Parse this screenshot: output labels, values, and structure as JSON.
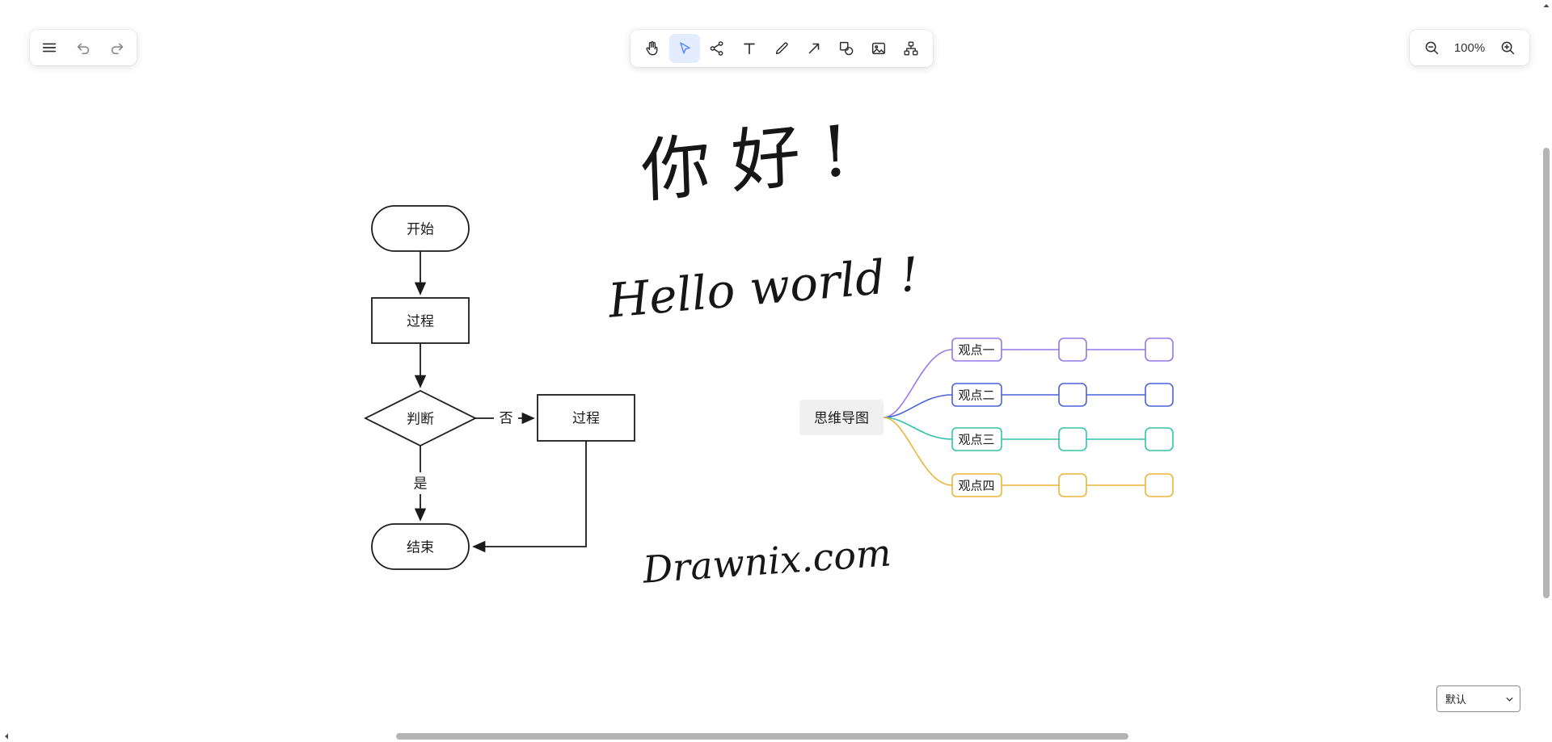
{
  "left_toolbar": {
    "buttons": [
      {
        "name": "app-menu",
        "icon": "hamburger-icon"
      },
      {
        "name": "undo",
        "icon": "undo-icon"
      },
      {
        "name": "redo",
        "icon": "redo-icon"
      }
    ]
  },
  "main_toolbar": {
    "selected_tool": "selection",
    "selected_bg": "#e3edff",
    "selected_icon_color": "#5b8cff",
    "tools": [
      {
        "name": "hand",
        "icon": "hand-icon"
      },
      {
        "name": "selection",
        "icon": "cursor-icon"
      },
      {
        "name": "mind",
        "icon": "share-nodes-icon"
      },
      {
        "name": "text",
        "icon": "letter-t-icon"
      },
      {
        "name": "pen",
        "icon": "pencil-icon"
      },
      {
        "name": "arrow",
        "icon": "diagonal-arrow-icon"
      },
      {
        "name": "shape",
        "icon": "square-circle-icon"
      },
      {
        "name": "image",
        "icon": "picture-icon"
      },
      {
        "name": "extra-tools",
        "icon": "sitemap-icon"
      }
    ]
  },
  "zoom_toolbar": {
    "zoom_out_icon": "magnifier-minus-icon",
    "zoom_level": "100%",
    "zoom_in_icon": "magnifier-plus-icon"
  },
  "flowchart": {
    "start": "开始",
    "process1": "过程",
    "decision": "判断",
    "process2": "过程",
    "end": "结束",
    "label_no": "否",
    "label_yes": "是",
    "stroke_color": "#1b1b1b"
  },
  "handwriting": {
    "greeting_cn": "你好!",
    "greeting_en": "Hello world !",
    "website": "Drawnix.com"
  },
  "mindmap": {
    "root": "思维导图",
    "root_bg": "#f0f0f0",
    "branches": [
      {
        "label": "观点一",
        "color": "#9478e8"
      },
      {
        "label": "观点二",
        "color": "#4a62d8"
      },
      {
        "label": "观点三",
        "color": "#33c2ac"
      },
      {
        "label": "观点四",
        "color": "#e9b63a"
      }
    ]
  },
  "bottom_bar": {
    "theme_value": "默认"
  }
}
